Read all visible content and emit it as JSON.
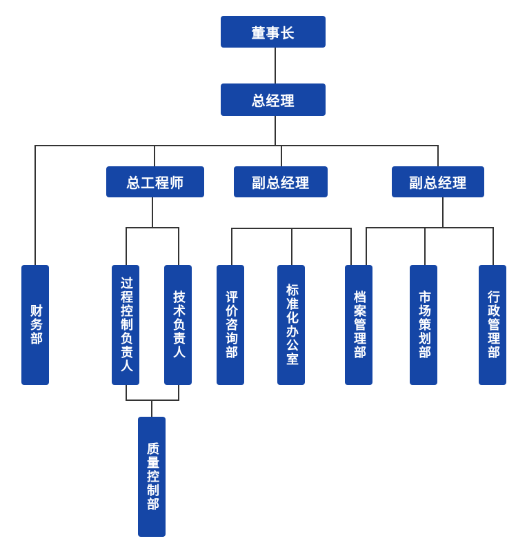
{
  "org": {
    "chairman": "董事长",
    "general_manager": "总经理",
    "chief_engineer": "总工程师",
    "deputy_gm_1": "副总经理",
    "deputy_gm_2": "副总经理",
    "finance": "财务部",
    "process_control": "过程控制负责人",
    "tech_lead": "技术负责人",
    "quality_control": "质量控制部",
    "evaluation_consulting": "评价咨询部",
    "standardization_office": "标准化办公室",
    "archives": "档案管理部",
    "marketing": "市场策划部",
    "administration": "行政管理部"
  },
  "colors": {
    "box": "#1546a6",
    "line": "#333333",
    "text": "#ffffff"
  }
}
